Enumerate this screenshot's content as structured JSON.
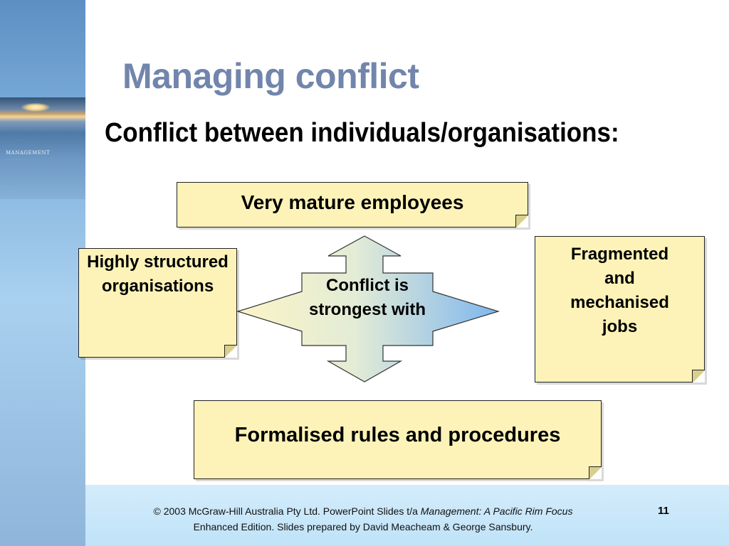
{
  "slide": {
    "title": "Managing conflict",
    "subtitle": "Conflict between individuals/organisations:"
  },
  "diagram": {
    "center": "Conflict is strongest with",
    "top": "Very mature employees",
    "left": "Highly structured organisations",
    "right": "Fragmented and mechanised jobs",
    "bottom": "Formalised rules and procedures"
  },
  "footer": {
    "line1_prefix": "© 2003 McGraw-Hill Australia Pty Ltd. PowerPoint Slides t/a ",
    "line1_book": "Management: A Pacific Rim Focus",
    "line2": "Enhanced Edition. Slides prepared by David Meacheam & George Sansbury.",
    "page_number": "11"
  },
  "cover": {
    "heading": "MANAGEMENT"
  },
  "colors": {
    "title": "#7285ac",
    "note_fill": "#fdf3b8",
    "arrow_left": "#fbf4c6",
    "arrow_right": "#7fb6ee"
  }
}
